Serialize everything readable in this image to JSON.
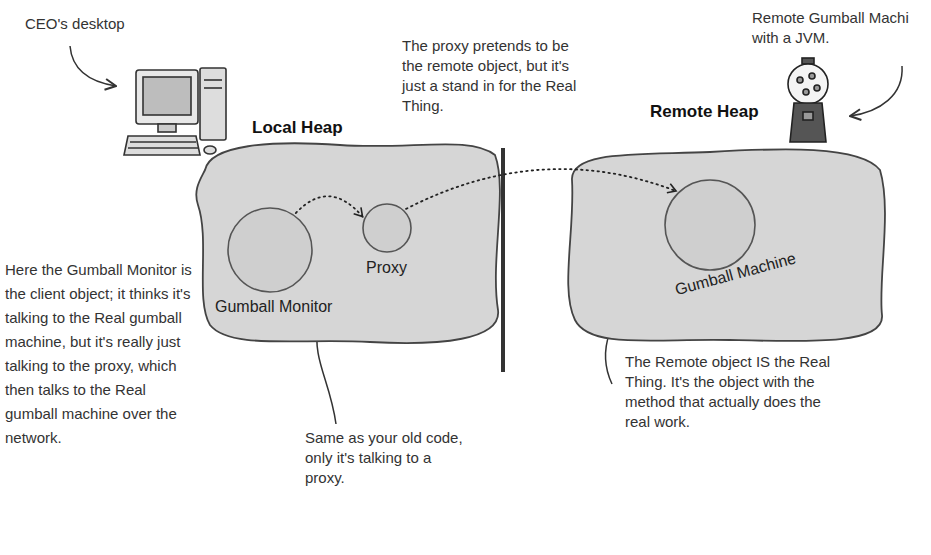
{
  "diagram": {
    "nodes": [
      {
        "text": [
          "Local Heap"
        ]
      },
      {
        "text": [
          "Gumball Monitor"
        ],
        "in": 0
      },
      {
        "text": [
          "Proxy"
        ],
        "in": 0
      },
      {
        "text": [
          "Remote Heap"
        ]
      },
      {
        "text": [
          "Gumball Machine"
        ],
        "in": 3
      }
    ],
    "edges": [
      {
        "from": 1,
        "to": 2,
        "arrow": "to"
      },
      {
        "from": 2,
        "to": 4,
        "arrow": "to"
      }
    ],
    "labels": [
      "CEO's desktop",
      "The proxy pretends to be the remote object, but it's just a stand in for the Real Thing.",
      "Remote Gumball Machi with a JVM.",
      "Here the Gumball Monitor is the client object; it thinks it's talking to the Real gumball machine, but it's really just talking to the proxy, which then talks to the Real gumball machine over the network.",
      "Same as your old code, only it's talking to a proxy.",
      "The Remote object IS the Real Thing. It's the object with the method that actually does the real work."
    ]
  }
}
